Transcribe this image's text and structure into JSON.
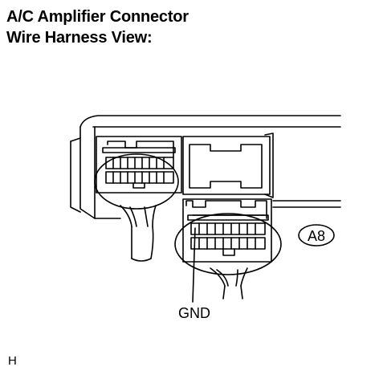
{
  "title": {
    "line1": "A/C Amplifier Connector",
    "line2": "Wire Harness View:"
  },
  "diagram": {
    "connector_code": "A8",
    "callout_label": "GND"
  },
  "footer": {
    "code": "H"
  }
}
